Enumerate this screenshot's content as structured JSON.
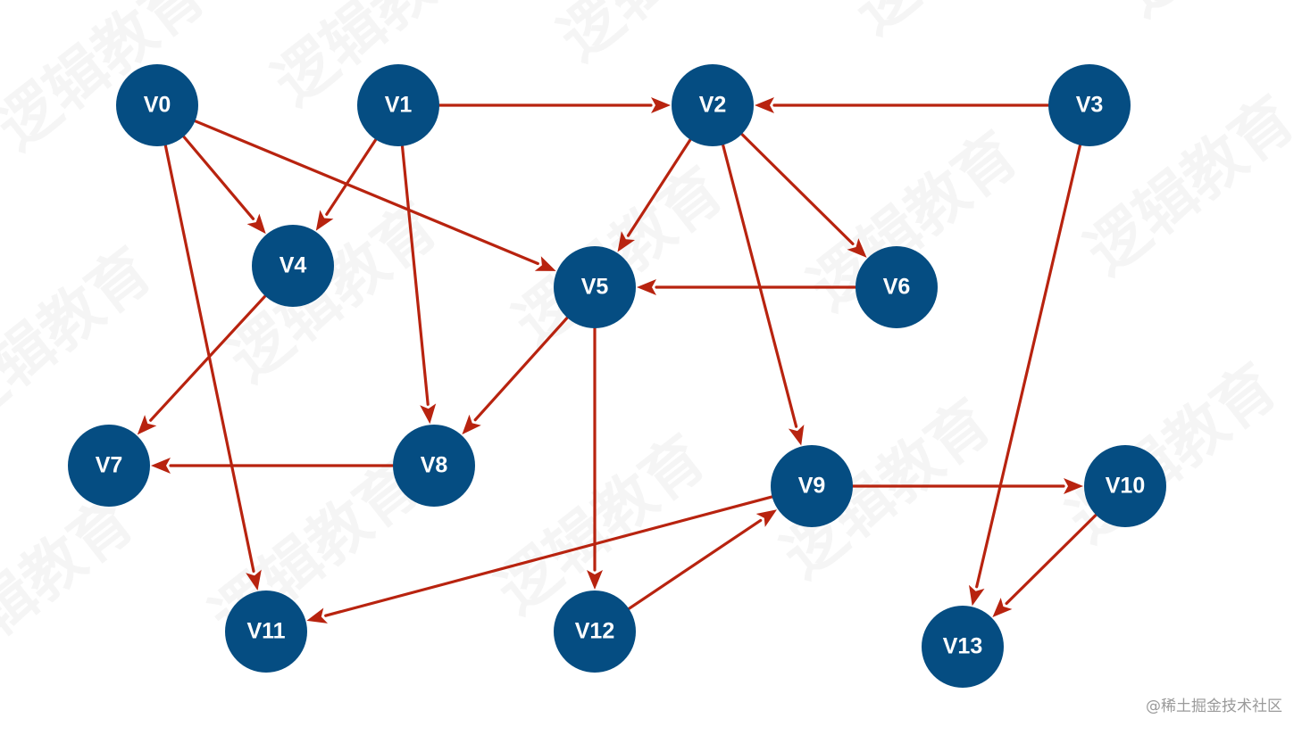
{
  "graph": {
    "node_color": "#054d82",
    "edge_color": "#b8230f",
    "label_color": "#ffffff",
    "nodes": [
      {
        "id": "V0",
        "label": "V0"
      },
      {
        "id": "V1",
        "label": "V1"
      },
      {
        "id": "V2",
        "label": "V2"
      },
      {
        "id": "V3",
        "label": "V3"
      },
      {
        "id": "V4",
        "label": "V4"
      },
      {
        "id": "V5",
        "label": "V5"
      },
      {
        "id": "V6",
        "label": "V6"
      },
      {
        "id": "V7",
        "label": "V7"
      },
      {
        "id": "V8",
        "label": "V8"
      },
      {
        "id": "V9",
        "label": "V9"
      },
      {
        "id": "V10",
        "label": "V10"
      },
      {
        "id": "V11",
        "label": "V11"
      },
      {
        "id": "V12",
        "label": "V12"
      },
      {
        "id": "V13",
        "label": "V13"
      }
    ],
    "edges": [
      {
        "from": "V0",
        "to": "V4"
      },
      {
        "from": "V0",
        "to": "V5"
      },
      {
        "from": "V0",
        "to": "V11"
      },
      {
        "from": "V1",
        "to": "V2"
      },
      {
        "from": "V1",
        "to": "V4"
      },
      {
        "from": "V1",
        "to": "V8"
      },
      {
        "from": "V2",
        "to": "V5"
      },
      {
        "from": "V2",
        "to": "V6"
      },
      {
        "from": "V2",
        "to": "V9"
      },
      {
        "from": "V3",
        "to": "V2"
      },
      {
        "from": "V3",
        "to": "V13"
      },
      {
        "from": "V4",
        "to": "V7"
      },
      {
        "from": "V5",
        "to": "V8"
      },
      {
        "from": "V5",
        "to": "V12"
      },
      {
        "from": "V6",
        "to": "V5"
      },
      {
        "from": "V8",
        "to": "V7"
      },
      {
        "from": "V9",
        "to": "V10"
      },
      {
        "from": "V9",
        "to": "V11"
      },
      {
        "from": "V10",
        "to": "V13"
      },
      {
        "from": "V12",
        "to": "V9"
      }
    ]
  },
  "watermark": {
    "text": "逻辑教育"
  },
  "credit": {
    "text": "@稀土掘金技术社区"
  }
}
